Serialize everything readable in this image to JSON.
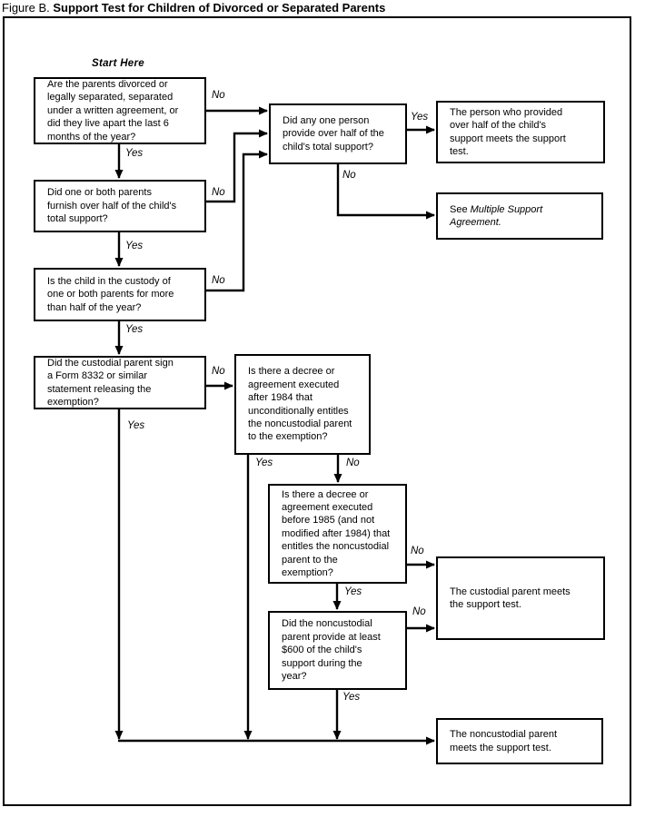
{
  "title": {
    "prefix": "Figure B. ",
    "bold": "Support Test for Children of Divorced or Separated Parents"
  },
  "start_here": "Start Here",
  "labels": {
    "yes": "Yes",
    "no": "No"
  },
  "nodes": {
    "q1": "Are the parents divorced or legally separated, separated under a written agreement, or did they live apart the last 6 months of the year?",
    "q2": "Did one or both parents furnish over half of the child's total support?",
    "q3": "Is the child in the custody of one or both parents for more than half of the year?",
    "q4": "Did the custodial parent sign a Form 8332 or similar statement releasing the exemption?",
    "q5": "Is there a decree or agreement executed after 1984 that unconditionally entitles the noncustodial parent to the exemption?",
    "q6": "Is there a decree or agreement executed before 1985 (and not modified after 1984) that entitles the noncustodial parent to the exemption?",
    "q7": "Did the noncustodial parent provide at least $600 of the child's support during the year?",
    "anyone": "Did any one person provide over half of the child's total support?",
    "person_result": "The person who provided over half of the child's support meets the support test.",
    "see_prefix": "See ",
    "see_italic": "Multiple Support Agreement.",
    "custodial_result": "The custodial parent meets the support test.",
    "noncustodial_result": "The noncustodial parent meets the support test."
  }
}
